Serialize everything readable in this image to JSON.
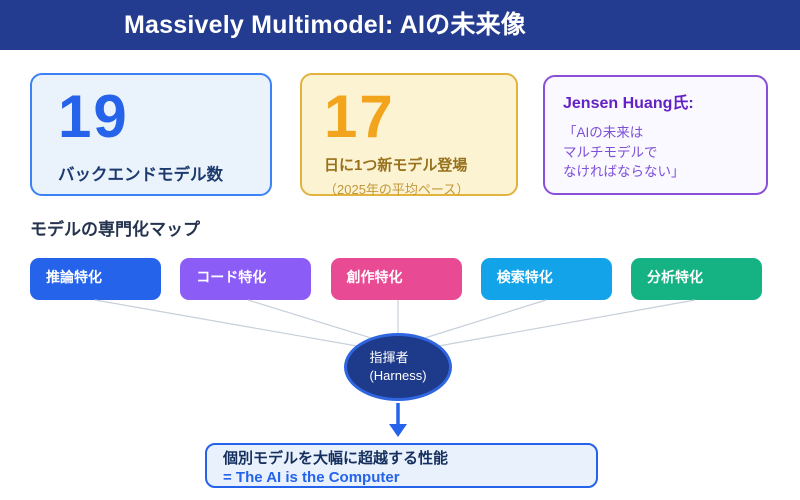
{
  "header": {
    "title": "Massively Multimodel: AIの未来像",
    "bg_color": "#243c8f"
  },
  "stats": {
    "backend": {
      "value": "19",
      "label": "バックエンドモデル数",
      "accent_color": "#2563eb",
      "bg_color": "#eaf2fc",
      "border_color": "#3b82f6"
    },
    "pace": {
      "value": "17",
      "label": "日に1つ新モデル登場",
      "sublabel": "（2025年の平均ペース）",
      "accent_color": "#f2a41d",
      "bg_color": "#fcf3d2",
      "border_color": "#e2b33f"
    }
  },
  "quote": {
    "speaker": "Jensen Huang氏:",
    "line1": "「AIの未来は",
    "line2": "マルチモデルで",
    "line3": "なければならない」",
    "text_color": "#7d4fd8",
    "border_color": "#8a4fd6"
  },
  "map": {
    "heading": "モデルの専門化マップ",
    "chips": [
      {
        "label": "推論特化",
        "color": "#2563eb"
      },
      {
        "label": "コード特化",
        "color": "#8b5cf6"
      },
      {
        "label": "創作特化",
        "color": "#e84a93"
      },
      {
        "label": "検索特化",
        "color": "#12a3e8"
      },
      {
        "label": "分析特化",
        "color": "#15b383"
      }
    ],
    "connector_color": "#c7cfda"
  },
  "harness": {
    "role": "指揮者",
    "name": "(Harness)",
    "fill_color": "#1e3a8a",
    "border_color": "#2f66e0",
    "arrow_color": "#2563eb"
  },
  "result": {
    "line1": "個別モデルを大幅に超越する性能",
    "line2": "= The AI is the Computer",
    "bg_color": "#e9f1fc",
    "border_color": "#2563eb"
  }
}
